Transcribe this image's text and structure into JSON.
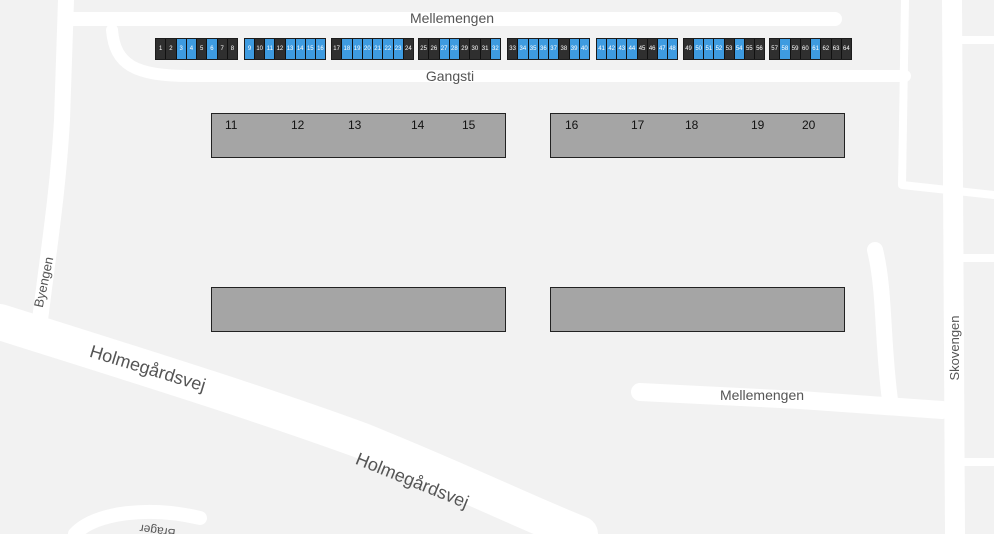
{
  "map": {
    "streets": {
      "mellemengen_top": "Mellemengen",
      "gangsti": "Gangsti",
      "byengen": "Byengen",
      "holmegardsvej_1": "Holmegårdsvej",
      "holmegardsvej_2": "Holmegårdsvej",
      "mellemengen_right": "Mellemengen",
      "skovengen": "Skovengen",
      "partial_bottom": "Brager"
    }
  },
  "colors": {
    "available": "#3e9be0",
    "occupied": "#2f2f2f",
    "building": "#a5a5a5",
    "road": "#ffffff",
    "background": "#f2f2f2"
  },
  "parking_groups": [
    {
      "cells": [
        {
          "n": "1",
          "s": "occupied"
        },
        {
          "n": "2",
          "s": "occupied"
        },
        {
          "n": "3",
          "s": "available"
        },
        {
          "n": "4",
          "s": "available"
        },
        {
          "n": "5",
          "s": "occupied"
        },
        {
          "n": "6",
          "s": "available"
        },
        {
          "n": "7",
          "s": "occupied"
        },
        {
          "n": "8",
          "s": "occupied"
        }
      ]
    },
    {
      "cells": [
        {
          "n": "9",
          "s": "available"
        },
        {
          "n": "10",
          "s": "occupied"
        },
        {
          "n": "11",
          "s": "available"
        },
        {
          "n": "12",
          "s": "occupied"
        },
        {
          "n": "13",
          "s": "available"
        },
        {
          "n": "14",
          "s": "available"
        },
        {
          "n": "15",
          "s": "available"
        },
        {
          "n": "16",
          "s": "available"
        }
      ]
    },
    {
      "cells": [
        {
          "n": "17",
          "s": "occupied"
        },
        {
          "n": "18",
          "s": "available"
        },
        {
          "n": "19",
          "s": "available"
        },
        {
          "n": "20",
          "s": "available"
        },
        {
          "n": "21",
          "s": "available"
        },
        {
          "n": "22",
          "s": "available"
        },
        {
          "n": "23",
          "s": "available"
        },
        {
          "n": "24",
          "s": "occupied"
        }
      ]
    },
    {
      "cells": [
        {
          "n": "25",
          "s": "occupied"
        },
        {
          "n": "26",
          "s": "occupied"
        },
        {
          "n": "27",
          "s": "available"
        },
        {
          "n": "28",
          "s": "available"
        },
        {
          "n": "29",
          "s": "occupied"
        },
        {
          "n": "30",
          "s": "occupied"
        },
        {
          "n": "31",
          "s": "occupied"
        },
        {
          "n": "32",
          "s": "available"
        }
      ]
    },
    {
      "cells": [
        {
          "n": "33",
          "s": "occupied"
        },
        {
          "n": "34",
          "s": "available"
        },
        {
          "n": "35",
          "s": "available"
        },
        {
          "n": "36",
          "s": "available"
        },
        {
          "n": "37",
          "s": "available"
        },
        {
          "n": "38",
          "s": "occupied"
        },
        {
          "n": "39",
          "s": "available"
        },
        {
          "n": "40",
          "s": "available"
        }
      ]
    },
    {
      "cells": [
        {
          "n": "41",
          "s": "available"
        },
        {
          "n": "42",
          "s": "available"
        },
        {
          "n": "43",
          "s": "available"
        },
        {
          "n": "44",
          "s": "available"
        },
        {
          "n": "45",
          "s": "occupied"
        },
        {
          "n": "46",
          "s": "occupied"
        },
        {
          "n": "47",
          "s": "available"
        },
        {
          "n": "48",
          "s": "available"
        }
      ]
    },
    {
      "cells": [
        {
          "n": "49",
          "s": "occupied"
        },
        {
          "n": "50",
          "s": "available"
        },
        {
          "n": "51",
          "s": "available"
        },
        {
          "n": "52",
          "s": "available"
        },
        {
          "n": "53",
          "s": "occupied"
        },
        {
          "n": "54",
          "s": "available"
        },
        {
          "n": "55",
          "s": "occupied"
        },
        {
          "n": "56",
          "s": "occupied"
        }
      ]
    },
    {
      "cells": [
        {
          "n": "57",
          "s": "occupied"
        },
        {
          "n": "58",
          "s": "available"
        },
        {
          "n": "59",
          "s": "occupied"
        },
        {
          "n": "60",
          "s": "occupied"
        },
        {
          "n": "61",
          "s": "available"
        },
        {
          "n": "62",
          "s": "occupied"
        },
        {
          "n": "63",
          "s": "occupied"
        },
        {
          "n": "64",
          "s": "occupied"
        }
      ]
    }
  ],
  "buildings": [
    {
      "numbers": [
        "11",
        "12",
        "13",
        "14",
        "15"
      ]
    },
    {
      "numbers": [
        "16",
        "17",
        "18",
        "19",
        "20"
      ]
    },
    {
      "numbers": []
    },
    {
      "numbers": []
    }
  ]
}
